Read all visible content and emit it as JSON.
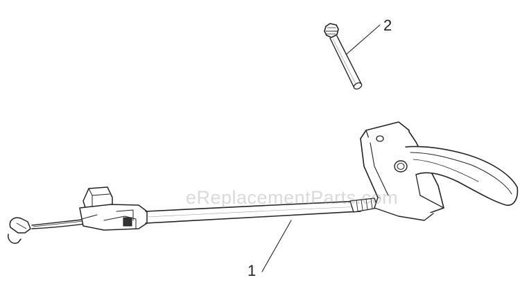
{
  "diagram": {
    "callouts": [
      {
        "id": "1",
        "label": "1",
        "part": "throttle-cable-assembly"
      },
      {
        "id": "2",
        "label": "2",
        "part": "pin"
      }
    ]
  },
  "watermark": {
    "text": "eReplacementParts.com"
  },
  "colors": {
    "line": "#222222",
    "background": "#ffffff",
    "watermark": "#969696"
  }
}
